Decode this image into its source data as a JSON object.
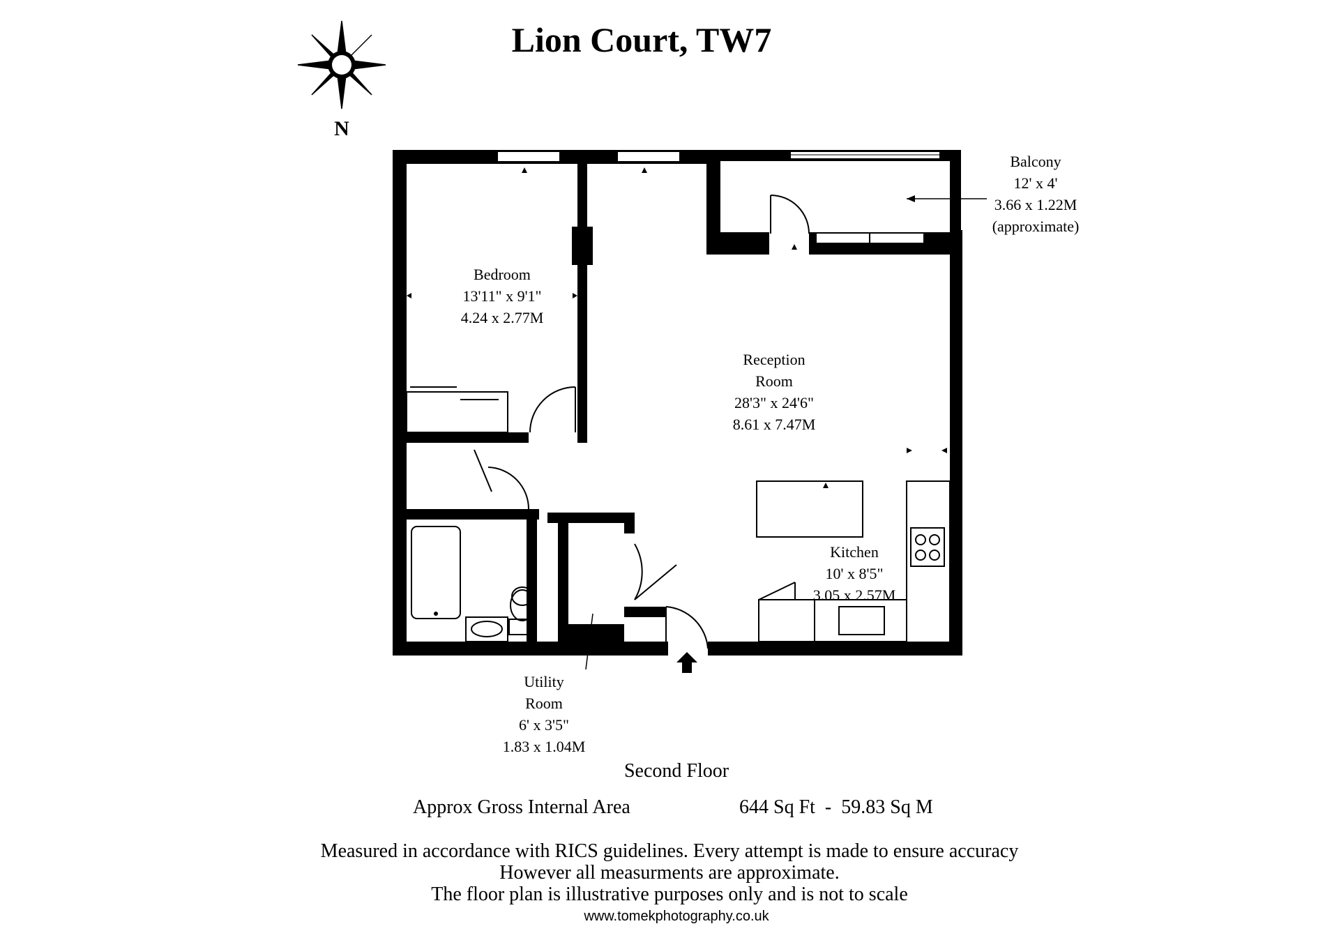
{
  "title": "Lion Court, TW7",
  "compass": {
    "label": "N",
    "icon": "compass-rose-icon"
  },
  "rooms": {
    "bedroom": {
      "name": "Bedroom",
      "imperial": "13'11\" x 9'1\"",
      "metric": "4.24 x 2.77M"
    },
    "reception": {
      "name_line1": "Reception",
      "name_line2": "Room",
      "imperial": "28'3\" x 24'6\"",
      "metric": "8.61 x 7.47M"
    },
    "kitchen": {
      "name": "Kitchen",
      "imperial": "10' x 8'5\"",
      "metric": "3.05 x 2.57M"
    },
    "balcony": {
      "name": "Balcony",
      "imperial": "12' x 4'",
      "metric": "3.66 x 1.22M",
      "note": "(approximate)"
    },
    "utility": {
      "name_line1": "Utility",
      "name_line2": "Room",
      "imperial": "6' x 3'5\"",
      "metric": "1.83 x 1.04M"
    }
  },
  "floor_name": "Second Floor",
  "area": {
    "label": "Approx Gross Internal Area",
    "value": "644 Sq Ft  -  59.83 Sq M"
  },
  "disclaimer": {
    "line1": "Measured in accordance with RICS guidelines. Every attempt is made to ensure accuracy",
    "line2": "However all measurments are approximate.",
    "line3": "The floor plan is illustrative purposes only and is not to scale"
  },
  "website": "www.tomekphotography.co.uk",
  "colors": {
    "wall": "#000000",
    "background": "#ffffff"
  }
}
